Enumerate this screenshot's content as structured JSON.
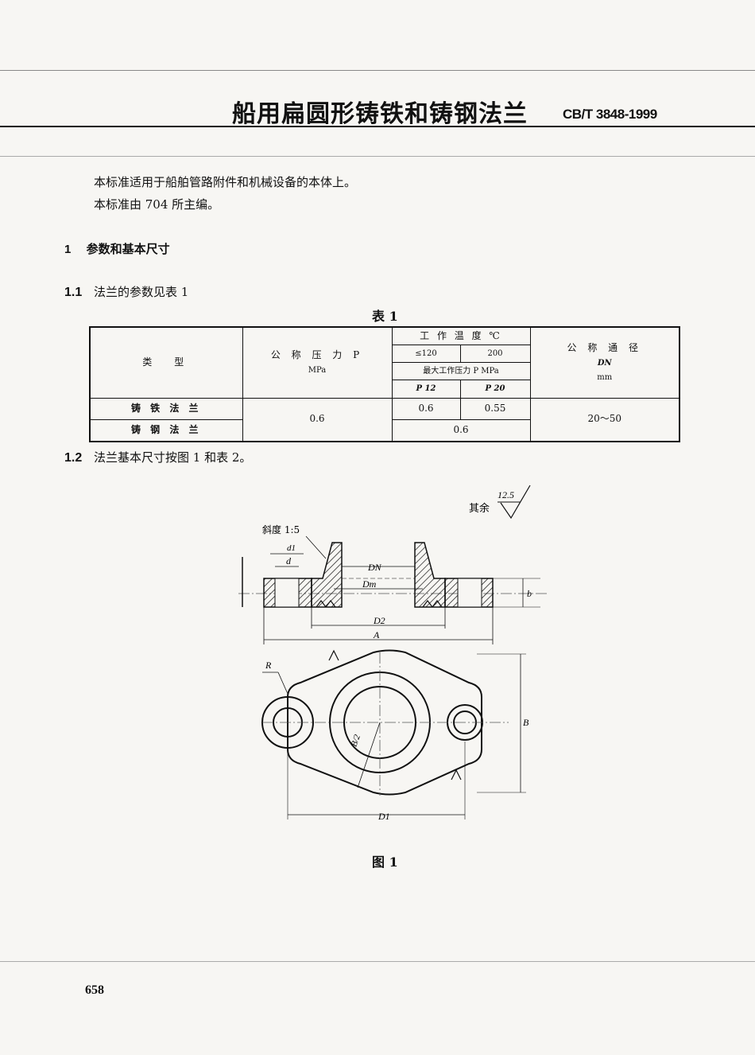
{
  "header": {
    "title": "船用扁圆形铸铁和铸钢法兰",
    "standard_no": "CB/T 3848-1999"
  },
  "intro": {
    "line1": "本标准适用于船舶管路附件和机械设备的本体上。",
    "line2": "本标准由 704 所主编。"
  },
  "section1": {
    "num": "1",
    "title": "参数和基本尺寸"
  },
  "section1_1": {
    "num": "1.1",
    "text": "法兰的参数见表 1"
  },
  "table1": {
    "caption": "表 1",
    "col_type": "类　型",
    "col_pressure": "公 称 压 力 P",
    "col_pressure_unit": "MPa",
    "col_temp": "工 作 温 度 ℃",
    "temp_low": "≤120",
    "temp_high": "200",
    "max_pressure": "最大工作压力  P  MPa",
    "p12": "P 12",
    "p20": "P 20",
    "col_dn": "公 称 通 径",
    "col_dn_sym": "DN",
    "col_dn_unit": "mm",
    "rows": [
      {
        "type": "铸 铁 法 兰",
        "p12": "0.6",
        "p20": "0.55"
      },
      {
        "type": "铸 钢 法 兰",
        "p_both": "0.6"
      }
    ],
    "nominal_pressure": "0.6",
    "dn_range": "20～50"
  },
  "section1_2": {
    "num": "1.2",
    "text": "法兰基本尺寸按图 1 和表 2。"
  },
  "figure": {
    "roughness_note": "其余",
    "roughness_value": "12.5",
    "taper": "斜度 1:5",
    "labels": {
      "d1": "d1",
      "d": "d",
      "DN": "DN",
      "Dm": "Dm",
      "D2": "D2",
      "A": "A",
      "b": "b",
      "R": "R",
      "B2": "B/2",
      "B": "B",
      "D1": "D1"
    },
    "caption": "图 1"
  },
  "page_number": "658"
}
